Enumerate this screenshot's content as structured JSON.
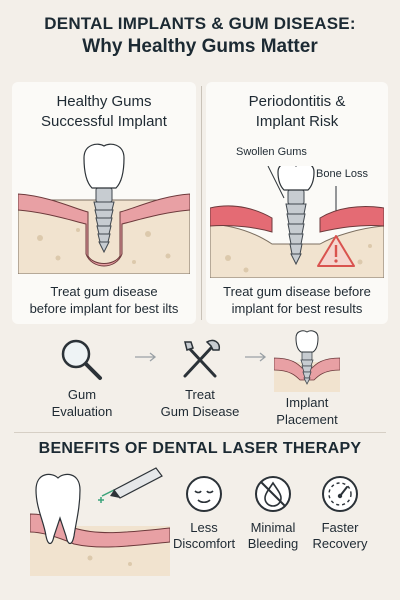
{
  "title": {
    "line1": "DENTAL IMPLANTS & GUM DISEASE:",
    "line2": "Why Healthy Gums Matter"
  },
  "healthy_panel": {
    "title_line1": "Healthy Gums",
    "title_line2": "Successful Implant",
    "caption_line1": "Treat gum disease",
    "caption_line2": "before implant for best ilts"
  },
  "risk_panel": {
    "title_line1": "Periodontitis &",
    "title_line2": "Implant Risk",
    "label_swollen": "Swollen Gums",
    "label_bone": "Bone Loss",
    "caption_line1": "Treat gum disease before",
    "caption_line2": "implant for best results"
  },
  "steps": [
    {
      "line1": "Gum",
      "line2": "Evaluation",
      "icon": "magnifier-icon"
    },
    {
      "line1": "Treat",
      "line2": "Gum Disease",
      "icon": "tools-icon"
    },
    {
      "line1": "Implant",
      "line2": "Placement",
      "icon": "implant-icon"
    }
  ],
  "benefits": {
    "title": "BENEFITS OF DENTAL LASER THERAPY",
    "items": [
      {
        "line1": "Less",
        "line2": "Discomfort",
        "icon": "calm-face-icon"
      },
      {
        "line1": "Minimal",
        "line2": "Bleeding",
        "icon": "no-blood-drop-icon"
      },
      {
        "line1": "Faster",
        "line2": "Recovery",
        "icon": "speedometer-icon"
      }
    ]
  },
  "colors": {
    "gum": "#e8a0a4",
    "bone": "#f1e3cf",
    "tooth": "#ffffff",
    "metal": "#b9bec3",
    "warning": "#d9534f",
    "background": "#f3efe9"
  }
}
